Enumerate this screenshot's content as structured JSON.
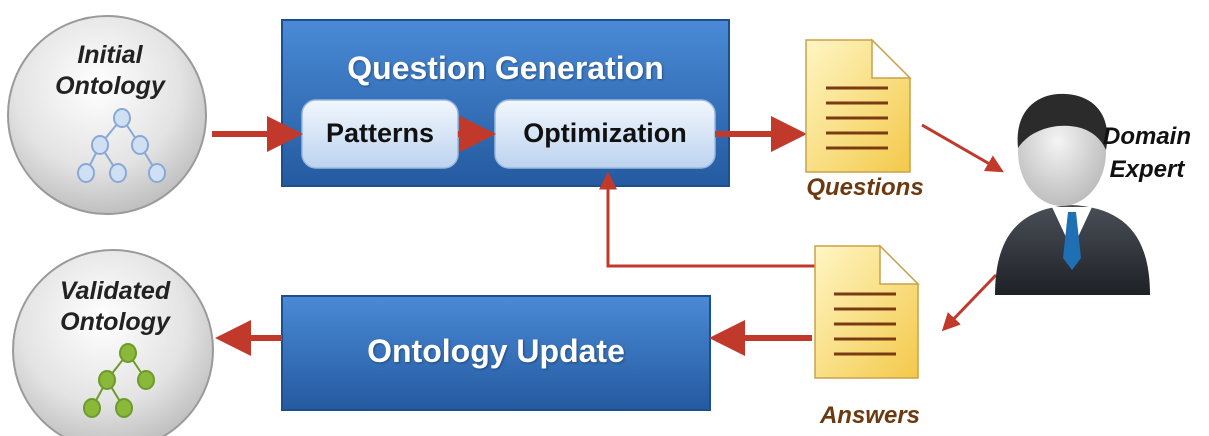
{
  "initial_ontology": {
    "line1": "Initial",
    "line2": "Ontology"
  },
  "validated_ontology": {
    "line1": "Validated",
    "line2": "Ontology"
  },
  "question_generation": {
    "title": "Question Generation",
    "patterns_label": "Patterns",
    "optimization_label": "Optimization"
  },
  "ontology_update": {
    "title": "Ontology Update"
  },
  "questions_doc": {
    "caption": "Questions"
  },
  "answers_doc": {
    "caption": "Answers"
  },
  "domain_expert": {
    "line1": "Domain",
    "line2": "Expert"
  },
  "colors": {
    "process_box": "#2f6db5",
    "inner_box": "#dbe8f7",
    "arrow": "#c0392b",
    "document": "#f7d774",
    "initial_nodes": "#cfe0f5",
    "validated_nodes": "#8ab83a",
    "caption": "#6b3a10"
  }
}
